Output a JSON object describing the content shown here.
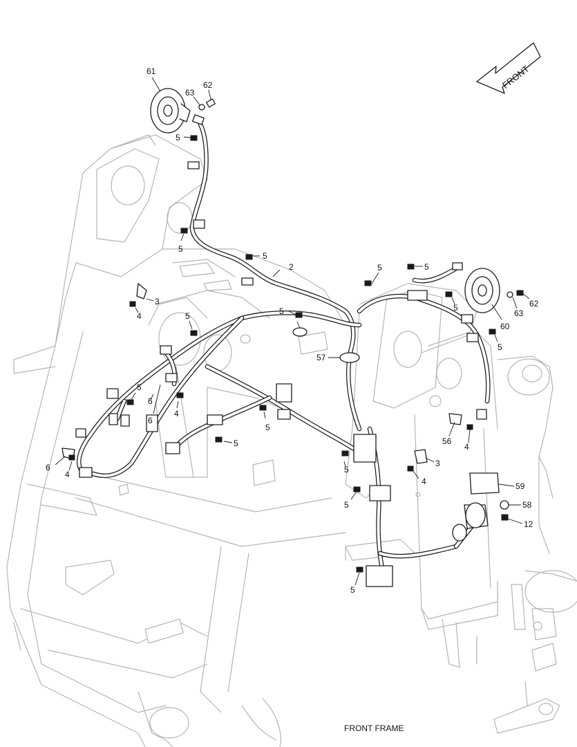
{
  "caption": "FRONT FRAME",
  "direction_label": "FRONT",
  "colors": {
    "frame_outline": "#b4b4b4",
    "part_outline": "#1a1a1a",
    "background": "#ffffff"
  },
  "callouts": {
    "c61": "61",
    "c63a": "63",
    "c62a": "62",
    "c5a": "5",
    "c5b": "5",
    "c5c": "5",
    "c2": "2",
    "c3a": "3",
    "c4a": "4",
    "c5d": "5",
    "c5e": "5",
    "c57": "57",
    "c5f": "5",
    "c5g": "5",
    "c6a": "6",
    "c4b": "4",
    "c6b": "6",
    "c4c": "4",
    "c5h": "5",
    "c5i": "5",
    "c5j": "5",
    "c5k": "5",
    "c5l": "5",
    "c62b": "62",
    "c63b": "63",
    "c60": "60",
    "c5m": "5",
    "c56": "56",
    "c4d": "4",
    "c3b": "3",
    "c4e": "4",
    "c59": "59",
    "c58": "58",
    "c12": "12",
    "c5n": "5",
    "c5o": "5"
  }
}
